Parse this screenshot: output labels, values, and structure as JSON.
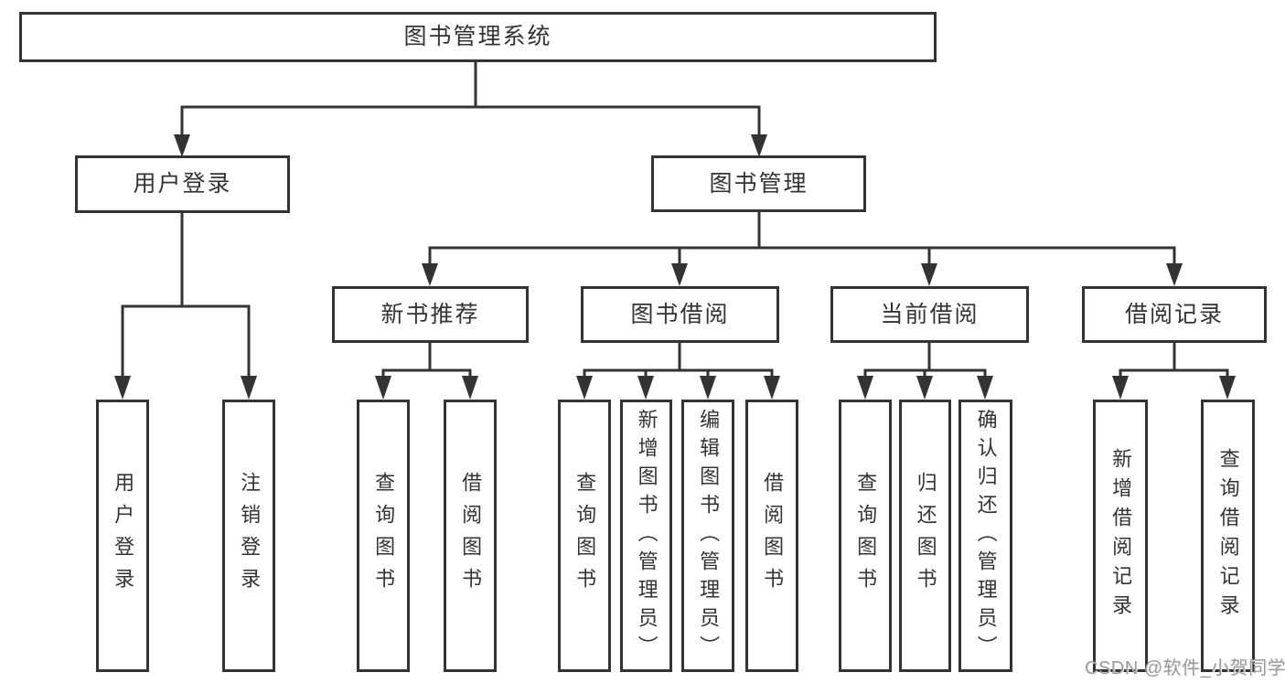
{
  "diagram": {
    "title": "图书管理系统",
    "colors": {
      "background": "#ffffff",
      "line": "#333333",
      "box_border": "#333333",
      "box_fill": "#ffffff",
      "text": "#333333",
      "watermark_text": "#9b9b9b"
    },
    "nodes": {
      "root": {
        "label": "图书管理系统"
      },
      "userLogin": {
        "label": "用户登录"
      },
      "bookManagement": {
        "label": "图书管理"
      },
      "newBookRecommend": {
        "label": "新书推荐"
      },
      "bookBorrow": {
        "label": "图书借阅"
      },
      "currentBorrow": {
        "label": "当前借阅"
      },
      "borrowRecords": {
        "label": "借阅记录"
      },
      "userLoginLeaf": {
        "label": "用户登录"
      },
      "logoutLeaf": {
        "label": "注销登录"
      },
      "nbSearchBooks": {
        "label": "查询图书"
      },
      "nbBorrowBooks": {
        "label": "借阅图书"
      },
      "bbSearchBooks": {
        "label": "查询图书"
      },
      "bbAddBooks": {
        "label": "新增图书（管理员）"
      },
      "bbEditBooks": {
        "label": "编辑图书（管理员）"
      },
      "bbBorrowBooks": {
        "label": "借阅图书"
      },
      "cbSearchBooks": {
        "label": "查询图书"
      },
      "cbReturnBooks": {
        "label": "归还图书"
      },
      "cbConfirmReturn": {
        "label": "确认归还（管理员）"
      },
      "brAddRecord": {
        "label": "新增借阅记录"
      },
      "brSearchRecord": {
        "label": "查询借阅记录"
      }
    },
    "edges": [
      [
        "root",
        "userLogin"
      ],
      [
        "root",
        "bookManagement"
      ],
      [
        "userLogin",
        "userLoginLeaf"
      ],
      [
        "userLogin",
        "logoutLeaf"
      ],
      [
        "bookManagement",
        "newBookRecommend"
      ],
      [
        "bookManagement",
        "bookBorrow"
      ],
      [
        "bookManagement",
        "currentBorrow"
      ],
      [
        "bookManagement",
        "borrowRecords"
      ],
      [
        "newBookRecommend",
        "nbSearchBooks"
      ],
      [
        "newBookRecommend",
        "nbBorrowBooks"
      ],
      [
        "bookBorrow",
        "bbSearchBooks"
      ],
      [
        "bookBorrow",
        "bbAddBooks"
      ],
      [
        "bookBorrow",
        "bbEditBooks"
      ],
      [
        "bookBorrow",
        "bbBorrowBooks"
      ],
      [
        "currentBorrow",
        "cbSearchBooks"
      ],
      [
        "currentBorrow",
        "cbReturnBooks"
      ],
      [
        "currentBorrow",
        "cbConfirmReturn"
      ],
      [
        "borrowRecords",
        "brAddRecord"
      ],
      [
        "borrowRecords",
        "brSearchRecord"
      ]
    ]
  },
  "watermark": {
    "text": "CSDN @软件_小贺同学"
  }
}
